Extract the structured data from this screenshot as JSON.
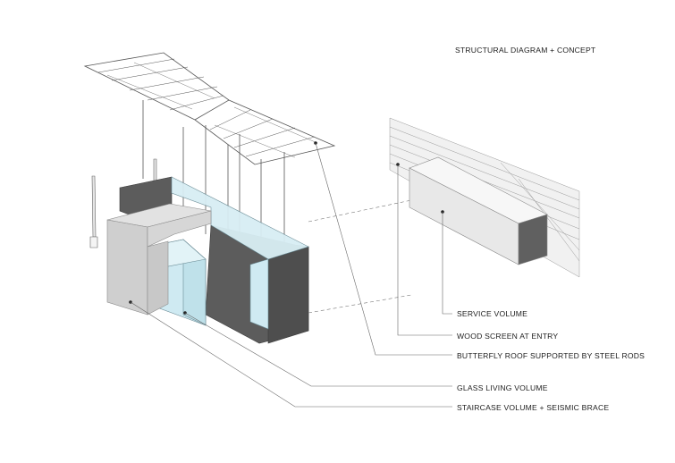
{
  "title": "STRUCTURAL DIAGRAM + CONCEPT",
  "labels": {
    "service": "SERVICE VOLUME",
    "wood": "WOOD SCREEN AT ENTRY",
    "roof": "BUTTERFLY ROOF SUPPORTED BY STEEL RODS",
    "glass": "GLASS LIVING VOLUME",
    "stair": "STAIRCASE VOLUME + SEISMIC BRACE"
  },
  "colors": {
    "concrete": "#d8d8d8",
    "dark_volume": "#5c5c5c",
    "glass": "#cfeaf2",
    "line": "#444444",
    "background": "#ffffff"
  }
}
